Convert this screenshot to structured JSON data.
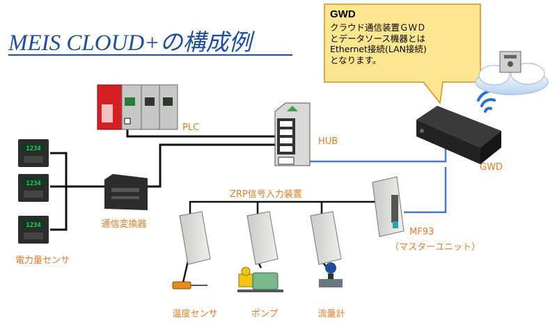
{
  "title": "MEIS CLOUD+の構成例",
  "callout": {
    "heading": "GWD",
    "lines": [
      "クラウド通信装置ＧＷＤ",
      "とデータソース機器とは",
      "Ethernet接続(LAN接続)",
      "となります。"
    ]
  },
  "labels": {
    "plc": "PLC",
    "hub": "HUB",
    "gwd": "GWD",
    "zrp": "ZRP信号入力装置",
    "mf93_name": "MF93",
    "mf93_sub": "（マスターユニット）",
    "converter": "通信変換器",
    "power_sensor": "電力量センサ",
    "temp_sensor": "温度センサ",
    "pump": "ポンプ",
    "flowmeter": "流量計"
  },
  "colors": {
    "title": "#1e4e9c",
    "label": "#e97a2a",
    "callout_fill": "#fde690",
    "callout_border": "#e08a1a",
    "lan_blue": "#4a78c4",
    "cable_black": "#111111"
  },
  "power_sensor_readout": "1234"
}
